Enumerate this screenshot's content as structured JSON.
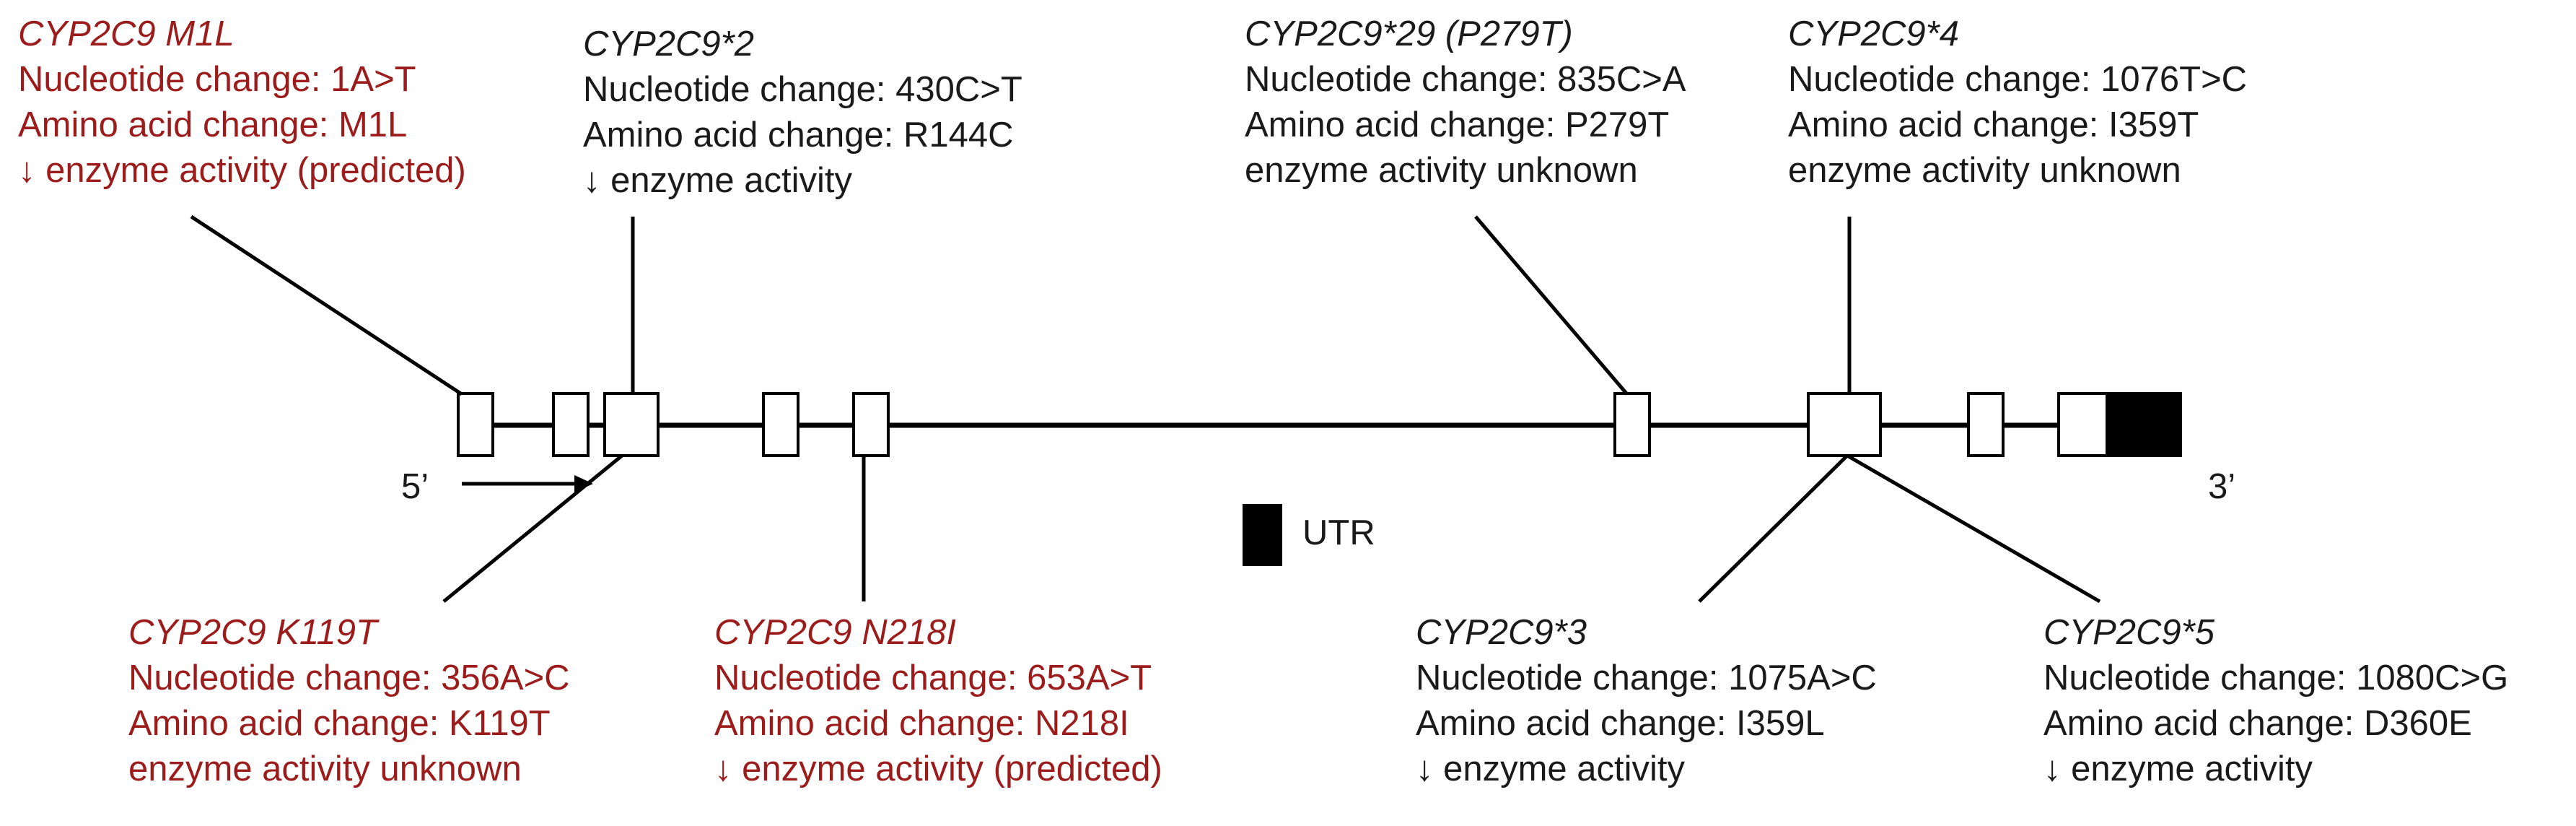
{
  "colors": {
    "red_variant_text": "#9c1b1b",
    "black_variant_text": "#1a1a1a",
    "line": "#000000",
    "utr_fill": "#000000",
    "exon_fill": "#ffffff"
  },
  "gene": {
    "five_prime_label": "5’",
    "three_prime_label": "3’",
    "direction_arrow": "right-arrow",
    "exon_count": 9,
    "utr_segment_count": 1
  },
  "legend": {
    "utr_label": "UTR"
  },
  "variants": {
    "m1l": {
      "name": "CYP2C9 M1L",
      "nucleotide": "Nucleotide change: 1A>T",
      "amino": "Amino acid change: M1L",
      "activity": "↓ enzyme activity (predicted)",
      "color": "red"
    },
    "star2": {
      "name": "CYP2C9*2",
      "nucleotide": "Nucleotide change: 430C>T",
      "amino": "Amino acid change: R144C",
      "activity": "↓ enzyme activity",
      "color": "black"
    },
    "star29": {
      "name": "CYP2C9*29 (P279T)",
      "nucleotide": "Nucleotide change: 835C>A",
      "amino": "Amino acid change: P279T",
      "activity": "enzyme activity unknown",
      "color": "black"
    },
    "star4": {
      "name": "CYP2C9*4",
      "nucleotide": "Nucleotide change: 1076T>C",
      "amino": "Amino acid change: I359T",
      "activity": "enzyme activity unknown",
      "color": "black"
    },
    "k119t": {
      "name": "CYP2C9 K119T",
      "nucleotide": "Nucleotide change: 356A>C",
      "amino": "Amino acid change: K119T",
      "activity": "enzyme activity unknown",
      "color": "red"
    },
    "n218i": {
      "name": "CYP2C9 N218I",
      "nucleotide": "Nucleotide change: 653A>T",
      "amino": "Amino acid change: N218I",
      "activity": "↓ enzyme activity (predicted)",
      "color": "red"
    },
    "star3": {
      "name": "CYP2C9*3",
      "nucleotide": "Nucleotide change: 1075A>C",
      "amino": "Amino acid change: I359L",
      "activity": "↓ enzyme activity",
      "color": "black"
    },
    "star5": {
      "name": "CYP2C9*5",
      "nucleotide": "Nucleotide change: 1080C>G",
      "amino": "Amino acid change: D360E",
      "activity": "↓ enzyme activity",
      "color": "black"
    }
  }
}
